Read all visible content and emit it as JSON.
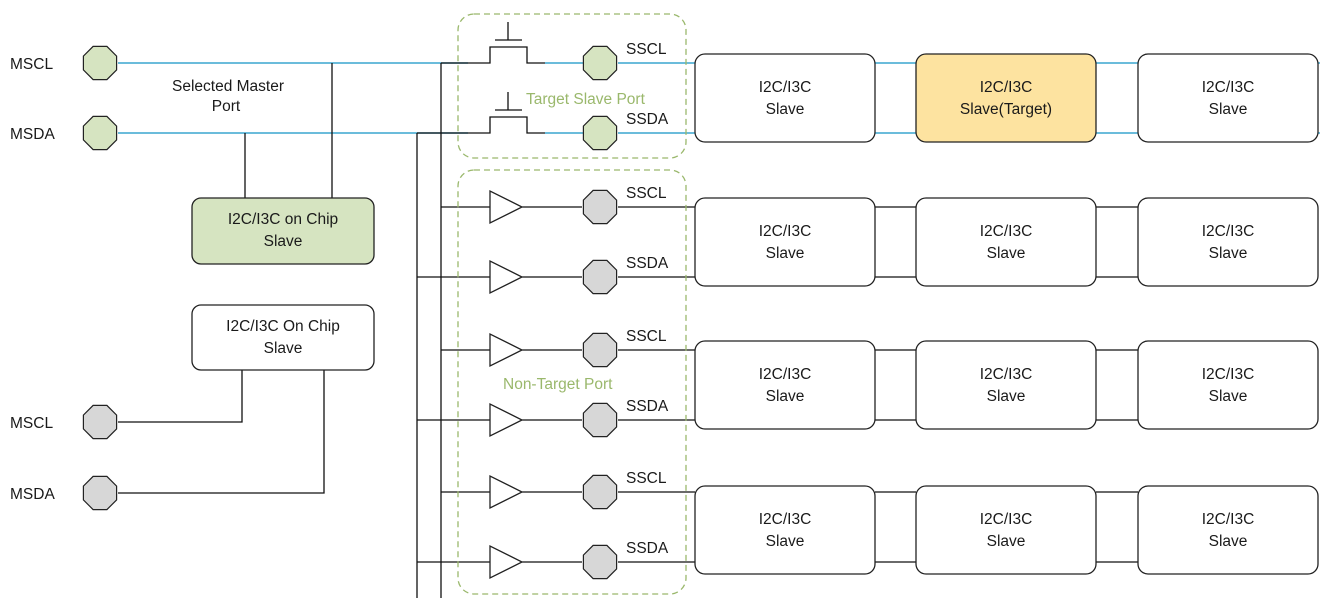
{
  "master_ports": {
    "selected_scl": "MSCL",
    "selected_sda": "MSDA",
    "selected_caption": [
      "Selected Master",
      "Port"
    ],
    "other_scl": "MSCL",
    "other_sda": "MSDA"
  },
  "on_chip_slaves": {
    "selected": [
      "I2C/I3C on Chip",
      "Slave"
    ],
    "other": [
      "I2C/I3C On Chip",
      "Slave"
    ]
  },
  "groups": {
    "target": "Target Slave Port",
    "non_target": "Non-Target Port"
  },
  "slave_ports": [
    "SSCL",
    "SSDA",
    "SSCL",
    "SSDA",
    "SSCL",
    "SSDA",
    "SSCL",
    "SSDA"
  ],
  "slave_rows": [
    [
      [
        "I2C/I3C",
        "Slave"
      ],
      [
        "I2C/I3C",
        "Slave(Target)"
      ],
      [
        "I2C/I3C",
        "Slave"
      ]
    ],
    [
      [
        "I2C/I3C",
        "Slave"
      ],
      [
        "I2C/I3C",
        "Slave"
      ],
      [
        "I2C/I3C",
        "Slave"
      ]
    ],
    [
      [
        "I2C/I3C",
        "Slave"
      ],
      [
        "I2C/I3C",
        "Slave"
      ],
      [
        "I2C/I3C",
        "Slave"
      ]
    ],
    [
      [
        "I2C/I3C",
        "Slave"
      ],
      [
        "I2C/I3C",
        "Slave"
      ],
      [
        "I2C/I3C",
        "Slave"
      ]
    ]
  ],
  "colors": {
    "active_bus": "#3aa6cf",
    "selected_fill": "#d6e4c1",
    "target_fill": "#fde3a0",
    "inactive_fill": "#d7d7d7",
    "group_outline": "#9ab86c"
  }
}
